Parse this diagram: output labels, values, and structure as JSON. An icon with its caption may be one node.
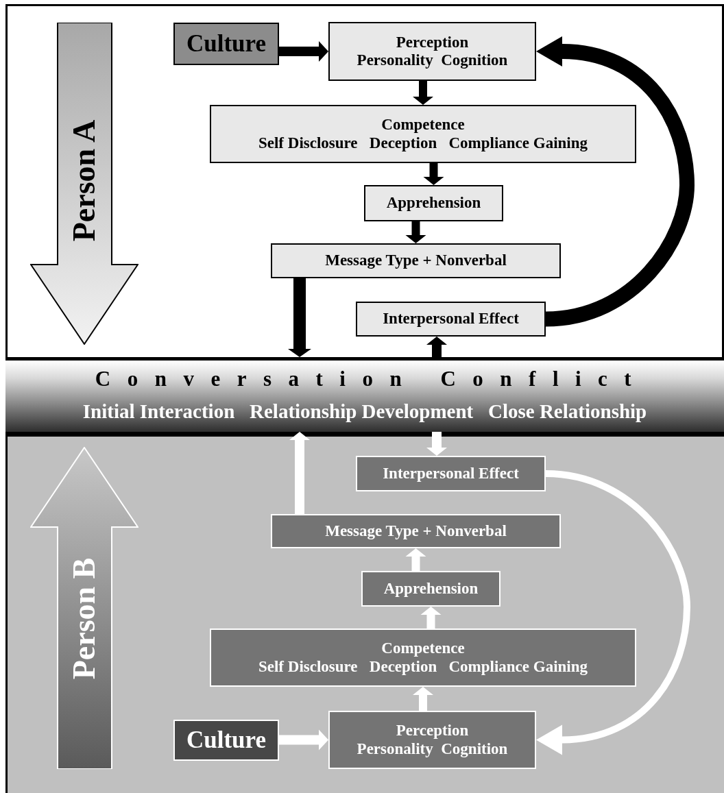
{
  "diagram": {
    "nodes": [
      {
        "text": [
          "Person A"
        ]
      },
      {
        "text": [
          "Culture"
        ]
      },
      {
        "text": [
          "Perception",
          "Personality  Cognition"
        ]
      },
      {
        "text": [
          "Competence",
          "Self Disclosure   Deception   Compliance Gaining"
        ]
      },
      {
        "text": [
          "Apprehension"
        ]
      },
      {
        "text": [
          "Message Type + Nonverbal"
        ]
      },
      {
        "text": [
          "Interpersonal Effect"
        ]
      },
      {
        "text": [
          "Conversation Conflict",
          "Initial Interaction   Relationship Development   Close Relationship"
        ]
      },
      {
        "text": [
          "Person B"
        ]
      },
      {
        "text": [
          "Interpersonal Effect"
        ]
      },
      {
        "text": [
          "Message Type + Nonverbal"
        ]
      },
      {
        "text": [
          "Apprehension"
        ]
      },
      {
        "text": [
          "Competence",
          "Self Disclosure   Deception   Compliance Gaining"
        ]
      },
      {
        "text": [
          "Culture"
        ]
      },
      {
        "text": [
          "Perception",
          "Personality  Cognition"
        ]
      }
    ],
    "edges": [
      {
        "from": 1,
        "to": 2,
        "arrow": "to",
        "color": "#000000"
      },
      {
        "from": 2,
        "to": 3,
        "arrow": "to",
        "color": "#000000"
      },
      {
        "from": 3,
        "to": 4,
        "arrow": "to",
        "color": "#000000"
      },
      {
        "from": 4,
        "to": 5,
        "arrow": "to",
        "color": "#000000"
      },
      {
        "from": 5,
        "to": 7,
        "arrow": "to",
        "color": "#000000"
      },
      {
        "from": 7,
        "to": 6,
        "arrow": "to",
        "color": "#000000"
      },
      {
        "from": 6,
        "to": 2,
        "arrow": "to",
        "style": "thick",
        "color": "#000000"
      },
      {
        "from": 7,
        "to": 9,
        "arrow": "to",
        "color": "#ffffff"
      },
      {
        "from": 10,
        "to": 7,
        "arrow": "to",
        "color": "#ffffff"
      },
      {
        "from": 11,
        "to": 10,
        "arrow": "to",
        "color": "#ffffff"
      },
      {
        "from": 12,
        "to": 11,
        "arrow": "to",
        "color": "#ffffff"
      },
      {
        "from": 14,
        "to": 12,
        "arrow": "to",
        "color": "#ffffff"
      },
      {
        "from": 13,
        "to": 14,
        "arrow": "to",
        "color": "#ffffff"
      },
      {
        "from": 9,
        "to": 14,
        "arrow": "to",
        "color": "#ffffff"
      }
    ]
  }
}
